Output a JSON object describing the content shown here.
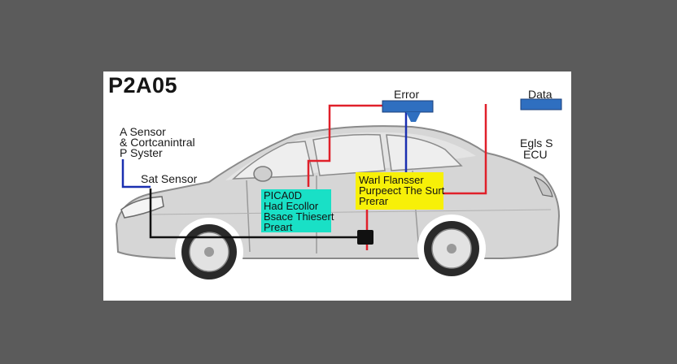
{
  "title": "P2A05",
  "labels": {
    "error": "Error",
    "data": "Data",
    "sensor_system": [
      "A Sensor",
      "& Cortcanintral",
      "P Syster"
    ],
    "sat_sensor": "Sat Sensor",
    "ecu": [
      "Egls S",
      "ECU"
    ]
  },
  "cyan_box": [
    "PICA0D",
    "Had Ecollor",
    "Bsace Thiesert",
    "Preart"
  ],
  "yellow_box": [
    "Warl Flansser",
    "Purpeect The Surt",
    "Prerar"
  ],
  "colors": {
    "frame": "#5b5b5b",
    "canvas": "#ffffff",
    "car_body": "#d3d3d3",
    "wire_red": "#e0202a",
    "wire_blue": "#1a2fb0",
    "wire_black": "#111111",
    "module_blue": "#2f6fc0",
    "box_cyan": "#19e0c6",
    "box_yellow": "#f7f008"
  }
}
